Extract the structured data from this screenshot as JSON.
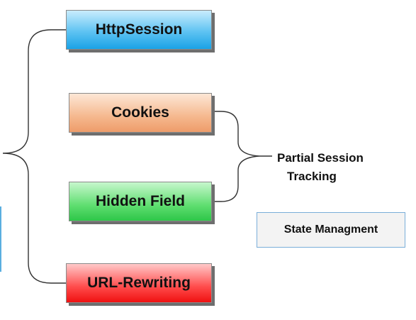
{
  "nodes": {
    "http_session": "HttpSession",
    "cookies": "Cookies",
    "hidden_field": "Hidden Field",
    "url_rewriting": "URL-Rewriting"
  },
  "partial_tracking": {
    "line1": "Partial Session",
    "line2": "Tracking"
  },
  "state_management": "State Managment",
  "colors": {
    "http_session": "#3fb5ee",
    "cookies": "#f2ad82",
    "hidden_field": "#45d45f",
    "url_rewriting": "#f52a2a",
    "connector": "#333333"
  }
}
